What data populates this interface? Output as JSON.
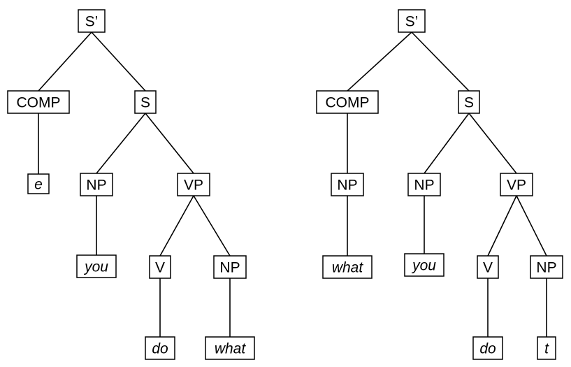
{
  "trees": [
    {
      "name": "deep-structure",
      "nodes": [
        {
          "id": "s-bar",
          "label": "S’",
          "italic": false
        },
        {
          "id": "comp",
          "label": "COMP",
          "italic": false
        },
        {
          "id": "s",
          "label": "S",
          "italic": false
        },
        {
          "id": "comp-e",
          "label": "e",
          "italic": true
        },
        {
          "id": "subj-np",
          "label": "NP",
          "italic": false
        },
        {
          "id": "vp",
          "label": "VP",
          "italic": false
        },
        {
          "id": "you",
          "label": "you",
          "italic": true
        },
        {
          "id": "v",
          "label": "V",
          "italic": false
        },
        {
          "id": "obj-np",
          "label": "NP",
          "italic": false
        },
        {
          "id": "do",
          "label": "do",
          "italic": true
        },
        {
          "id": "obj-what",
          "label": "what",
          "italic": true
        }
      ],
      "edges": [
        [
          "s-bar",
          "comp"
        ],
        [
          "s-bar",
          "s"
        ],
        [
          "comp",
          "comp-e"
        ],
        [
          "s",
          "subj-np"
        ],
        [
          "s",
          "vp"
        ],
        [
          "subj-np",
          "you"
        ],
        [
          "vp",
          "v"
        ],
        [
          "vp",
          "obj-np"
        ],
        [
          "v",
          "do"
        ],
        [
          "obj-np",
          "obj-what"
        ]
      ]
    },
    {
      "name": "surface-structure",
      "nodes": [
        {
          "id": "s-bar",
          "label": "S’",
          "italic": false
        },
        {
          "id": "comp",
          "label": "COMP",
          "italic": false
        },
        {
          "id": "s",
          "label": "S",
          "italic": false
        },
        {
          "id": "comp-np",
          "label": "NP",
          "italic": false
        },
        {
          "id": "subj-np",
          "label": "NP",
          "italic": false
        },
        {
          "id": "vp",
          "label": "VP",
          "italic": false
        },
        {
          "id": "comp-what",
          "label": "what",
          "italic": true
        },
        {
          "id": "you",
          "label": "you",
          "italic": true
        },
        {
          "id": "v",
          "label": "V",
          "italic": false
        },
        {
          "id": "obj-np",
          "label": "NP",
          "italic": false
        },
        {
          "id": "do",
          "label": "do",
          "italic": true
        },
        {
          "id": "trace",
          "label": "t",
          "italic": true
        }
      ],
      "edges": [
        [
          "s-bar",
          "comp"
        ],
        [
          "s-bar",
          "s"
        ],
        [
          "comp",
          "comp-np"
        ],
        [
          "comp-np",
          "comp-what"
        ],
        [
          "s",
          "subj-np"
        ],
        [
          "s",
          "vp"
        ],
        [
          "subj-np",
          "you"
        ],
        [
          "vp",
          "v"
        ],
        [
          "vp",
          "obj-np"
        ],
        [
          "v",
          "do"
        ],
        [
          "obj-np",
          "trace"
        ]
      ]
    }
  ]
}
